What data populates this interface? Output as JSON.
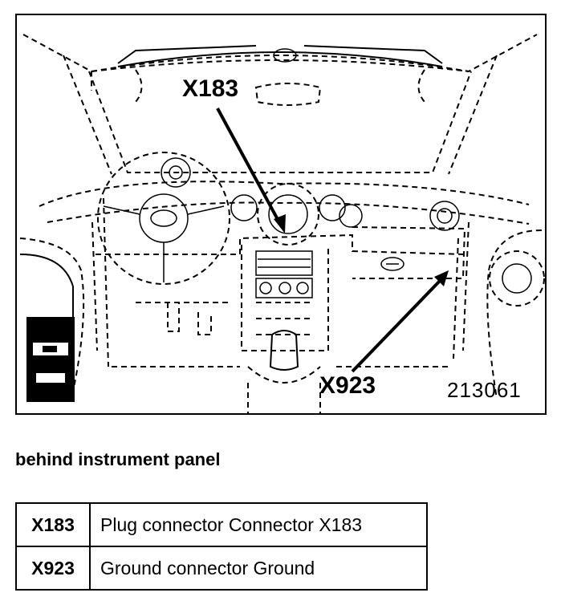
{
  "figure": {
    "figure_number": "213061",
    "callouts": [
      {
        "id": "x183",
        "label": "X183"
      },
      {
        "id": "x923",
        "label": "X923"
      }
    ]
  },
  "caption": "behind instrument panel",
  "legend": {
    "rows": [
      {
        "code": "X183",
        "description": "Plug connector Connector X183"
      },
      {
        "code": "X923",
        "description": "Ground connector Ground"
      }
    ]
  }
}
